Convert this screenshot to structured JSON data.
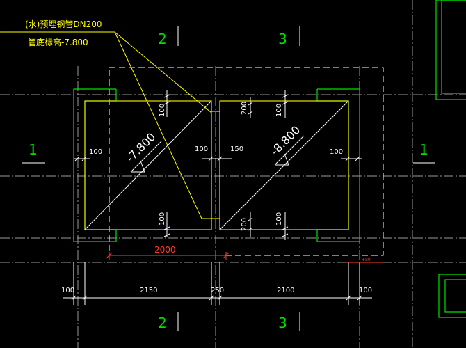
{
  "colors": {
    "background": "#000000",
    "grid_line": "#9a9a9a",
    "wall": "#00e000",
    "pit_outline": "#e8e000",
    "dimension": "#ffffff",
    "annotation": "#ffff00",
    "highlight_dimension": "#ff3b30"
  },
  "axes": {
    "col_2_top": "2",
    "col_3_top": "3",
    "col_2_bottom": "2",
    "col_3_bottom": "3",
    "row_1_left": "1",
    "row_1_right": "1"
  },
  "note": {
    "line1": "(水)预埋钢管DN200",
    "line2": "管底标高-7.800"
  },
  "pits": {
    "left_elevation": "-7.800",
    "right_elevation": "-8.800"
  },
  "dims": {
    "left_wall": "100",
    "left_pit_top": "100",
    "left_pit_bottom": "100",
    "left_pit_right": "100",
    "center": "150",
    "right_pit_top_a": "200",
    "right_pit_top_b": "100",
    "right_pit_bottom_a": "200",
    "right_pit_bottom_b": "100",
    "right_wall": "100",
    "highlight": "2000",
    "tiny": "+50"
  },
  "bottom_dims": [
    "100",
    "2150",
    "250",
    "2100",
    "100"
  ]
}
